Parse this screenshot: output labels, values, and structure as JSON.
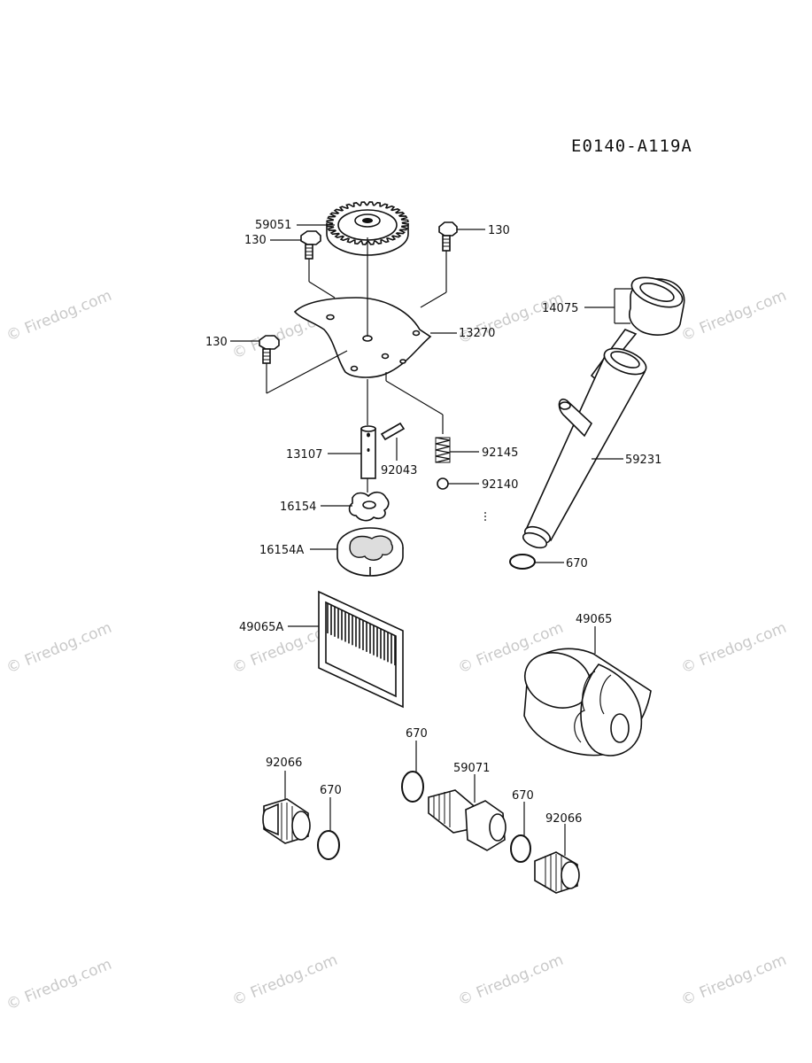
{
  "diagram_code": "E0140-A119A",
  "watermark": "© Firedog.com",
  "parts": {
    "p59051": "59051",
    "p130_a": "130",
    "p130_b": "130",
    "p130_c": "130",
    "p14075": "14075",
    "p13270": "13270",
    "p59231": "59231",
    "p13107": "13107",
    "p92043": "92043",
    "p92145": "92145",
    "p92140": "92140",
    "p16154": "16154",
    "p16154A": "16154A",
    "p670_a": "670",
    "p49065A": "49065A",
    "p49065": "49065",
    "p92066_a": "92066",
    "p670_b": "670",
    "p670_c": "670",
    "p59071": "59071",
    "p670_d": "670",
    "p92066_b": "92066"
  }
}
